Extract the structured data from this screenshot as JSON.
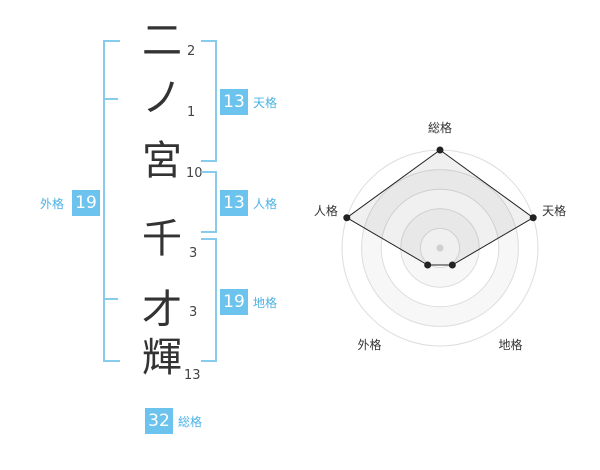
{
  "name": {
    "chars": [
      {
        "char": "二",
        "strokes": "2"
      },
      {
        "char": "ノ",
        "strokes": "1"
      },
      {
        "char": "宮",
        "strokes": "10"
      },
      {
        "char": "千",
        "strokes": "3"
      },
      {
        "char": "才",
        "strokes": "3"
      },
      {
        "char": "輝",
        "strokes": "13"
      }
    ]
  },
  "fortunes": {
    "tenkaku": {
      "value": "13",
      "label": "天格"
    },
    "jinkaku": {
      "value": "13",
      "label": "人格"
    },
    "chikaku": {
      "value": "19",
      "label": "地格"
    },
    "gaikaku": {
      "value": "19",
      "label": "外格"
    },
    "soukaku": {
      "value": "32",
      "label": "総格"
    }
  },
  "chart_data": {
    "type": "radar",
    "axes": [
      "総格",
      "天格",
      "地格",
      "外格",
      "人格"
    ],
    "values": [
      5,
      5,
      1,
      1,
      5
    ],
    "max": 5,
    "rings": 5
  }
}
